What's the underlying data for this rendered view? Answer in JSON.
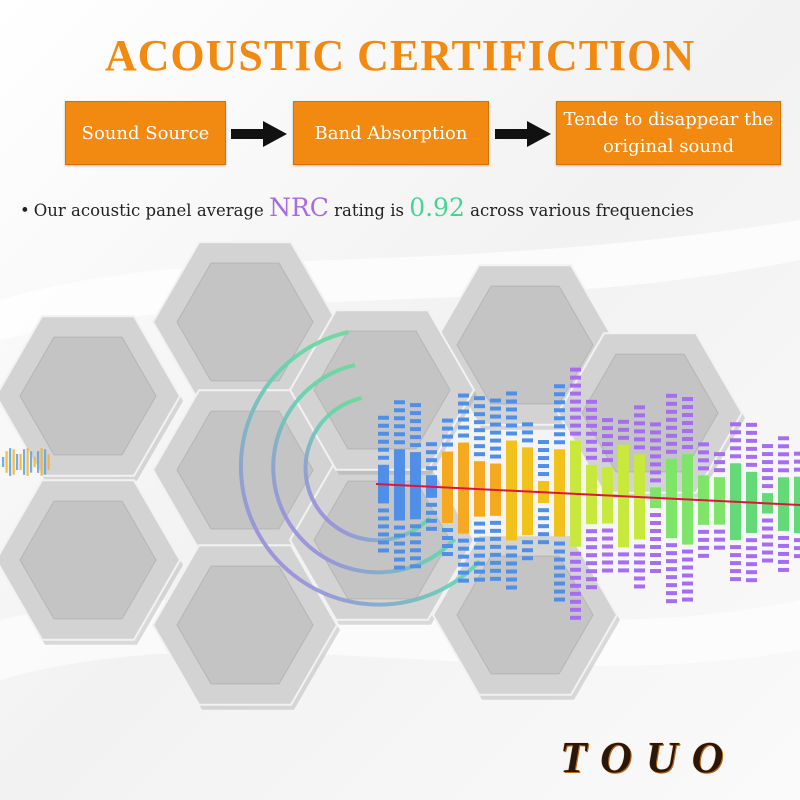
{
  "title": "ACOUSTIC CERTIFICTION",
  "flow": [
    {
      "label": "Sound Source"
    },
    {
      "label": "Band Absorption"
    },
    {
      "label": "Tende to disappear the original sound"
    }
  ],
  "statement": {
    "prefix": "Our acoustic panel average",
    "nrc_label": "NRC",
    "middle": "rating is",
    "nrc_value": "0.92",
    "suffix": "across various frequencies"
  },
  "brand": "TOUO",
  "colors": {
    "accent": "#f28a11",
    "nrc": "#a86be3",
    "value": "#45d494",
    "panel": "#c9c9c9",
    "wave_line": "#e0143a"
  },
  "icons": [
    "arrow-right-icon",
    "bullet-icon",
    "sound-wave-icon"
  ]
}
